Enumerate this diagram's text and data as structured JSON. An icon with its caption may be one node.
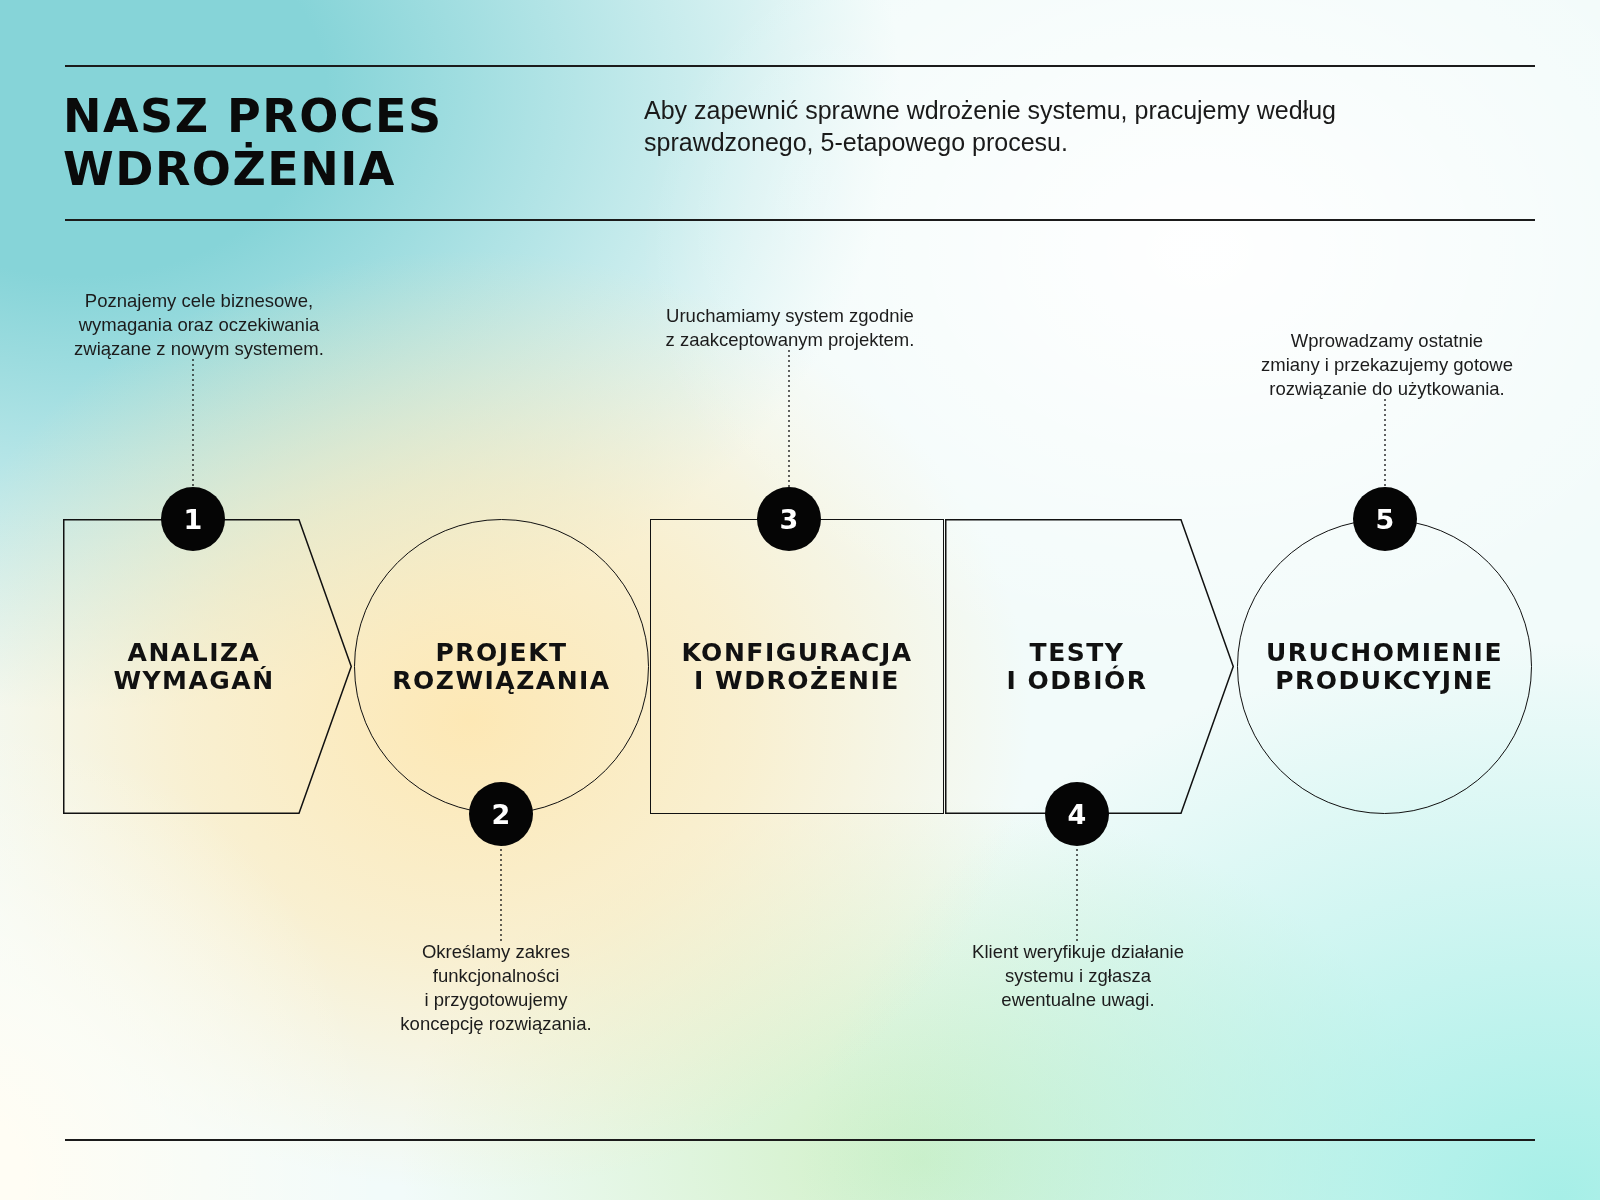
{
  "diagram": {
    "title": "NASZ PROCES WDROŻENIA",
    "nodes": [
      {
        "text": [
          "ANALIZA WYMAGAŃ"
        ]
      },
      {
        "text": [
          "1"
        ]
      },
      {
        "text": [
          "Poznajemy cele biznesowe, wymagania oraz oczekiwania związane z nowym systemem."
        ]
      },
      {
        "text": [
          "PROJEKT ROZWIĄZANIA"
        ]
      },
      {
        "text": [
          "2"
        ]
      },
      {
        "text": [
          "Określamy zakres funkcjonalności i przygotowujemy koncepcję rozwiązania."
        ]
      },
      {
        "text": [
          "KONFIGURACJA I WDROŻENIE"
        ]
      },
      {
        "text": [
          "3"
        ]
      },
      {
        "text": [
          "Uruchamiamy system zgodnie z zaakceptowanym projektem."
        ]
      },
      {
        "text": [
          "TESTY I ODBIÓR"
        ]
      },
      {
        "text": [
          "4"
        ]
      },
      {
        "text": [
          "Klient weryfikuje działanie systemu i zgłasza ewentualne uwagi."
        ]
      },
      {
        "text": [
          "URUCHOMIENIE PRODUKCYJNE"
        ]
      },
      {
        "text": [
          "5"
        ]
      },
      {
        "text": [
          "Wprowadzamy ostatnie zmiany i przekazujemy gotowe rozwiązanie do użytkowania."
        ]
      }
    ],
    "edges": [
      {
        "from": 2,
        "to": 1,
        "arrow": "none",
        "style": "dashed"
      },
      {
        "from": 5,
        "to": 4,
        "arrow": "none",
        "style": "dashed"
      },
      {
        "from": 8,
        "to": 7,
        "arrow": "none",
        "style": "dashed"
      },
      {
        "from": 11,
        "to": 10,
        "arrow": "none",
        "style": "dashed"
      },
      {
        "from": 14,
        "to": 13,
        "arrow": "none",
        "style": "dashed"
      }
    ],
    "labels": [
      "Aby zapewnić sprawne wdrożenie systemu, pracujemy według sprawdzonego, 5-etapowego procesu."
    ]
  }
}
